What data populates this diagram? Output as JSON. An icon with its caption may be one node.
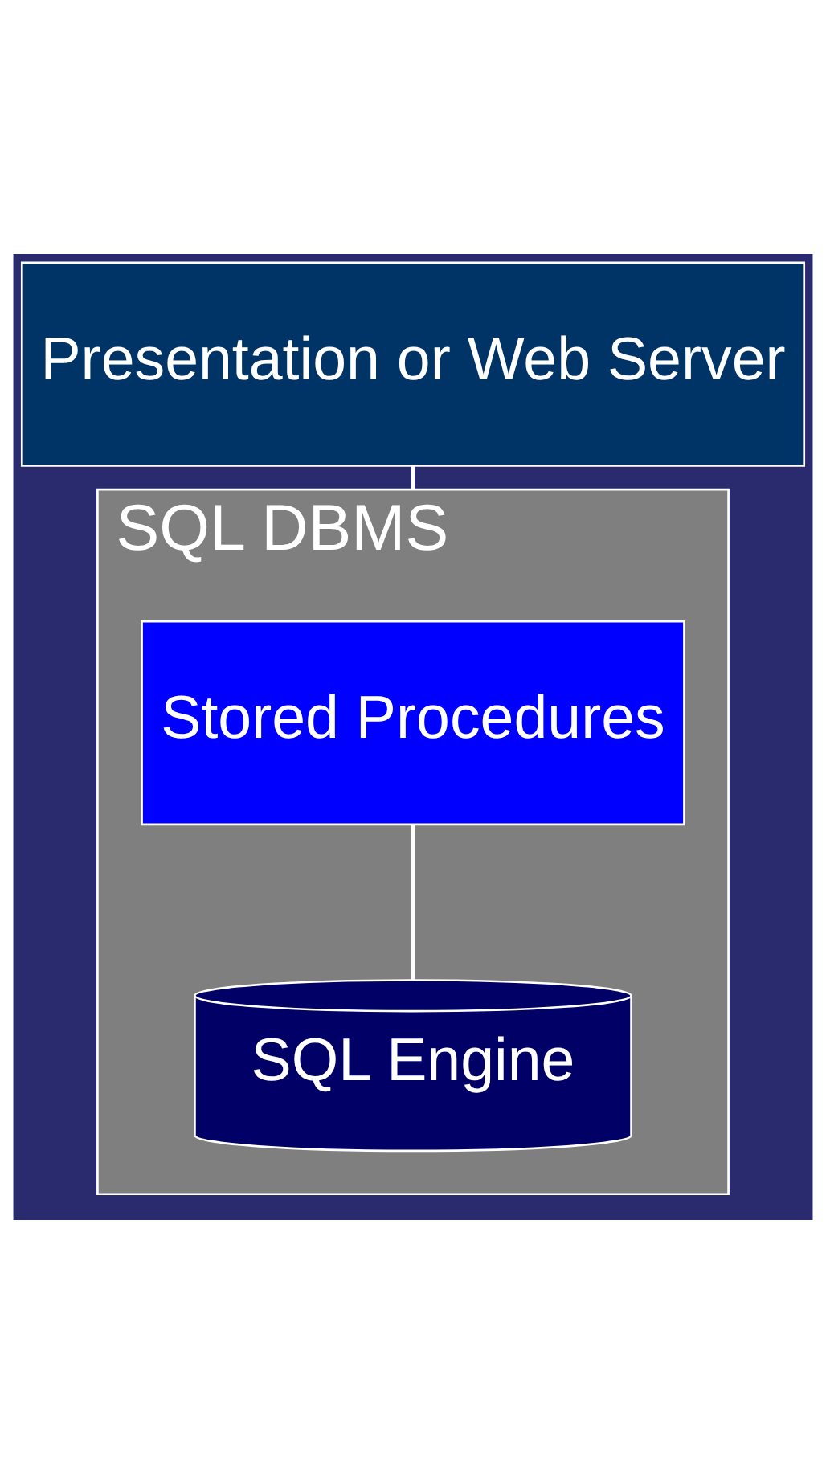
{
  "diagram": {
    "nodes": [
      {
        "text": [
          "Presentation or Web Server"
        ]
      },
      {
        "text": [
          "SQL DBMS"
        ]
      },
      {
        "text": [
          "Stored Procedures"
        ],
        "in": 1
      },
      {
        "text": [
          "SQL Engine"
        ],
        "in": 1
      }
    ],
    "edges": [
      {
        "from": 0,
        "to": 1,
        "arrow": "none"
      },
      {
        "from": 2,
        "to": 3,
        "arrow": "none"
      }
    ]
  }
}
